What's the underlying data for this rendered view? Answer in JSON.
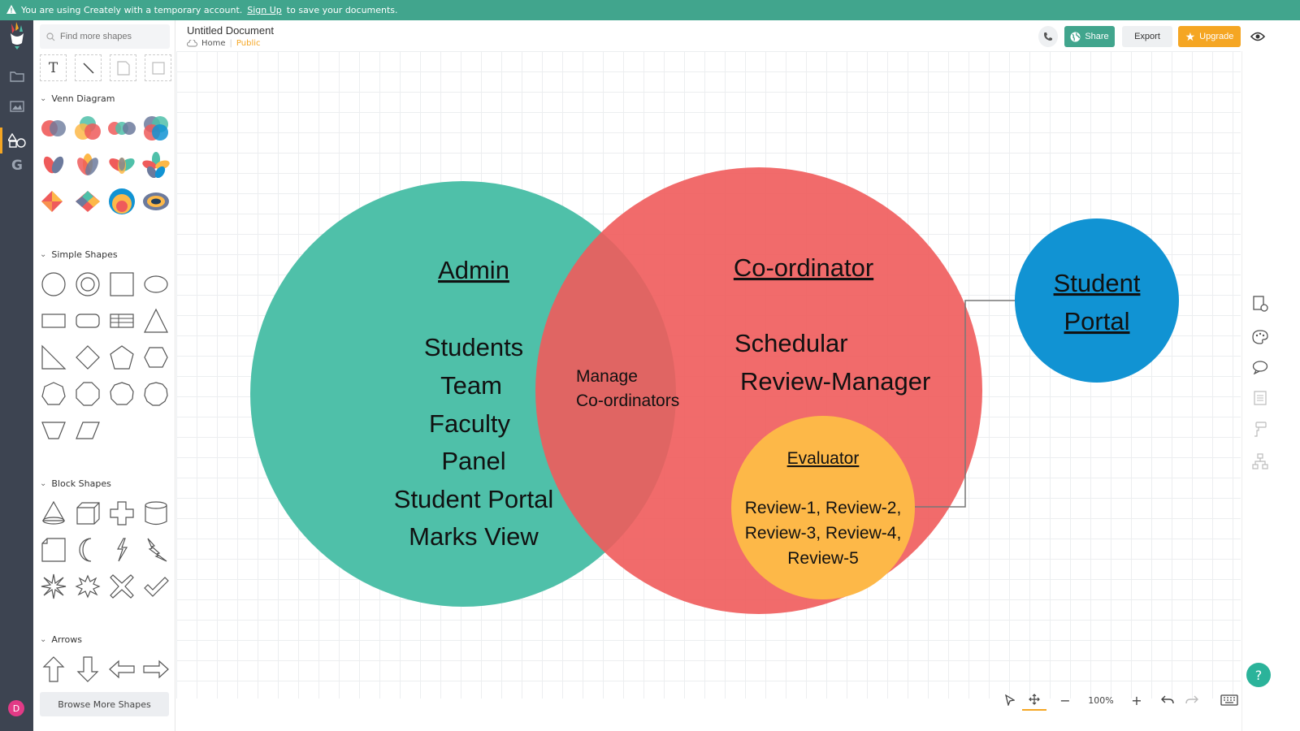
{
  "banner": {
    "text": "You are using Creately with a temporary account.",
    "link": "Sign Up",
    "text_after": "to save your documents."
  },
  "document": {
    "title": "Untitled Document",
    "crumb_home": "Home",
    "crumb_public": "Public"
  },
  "toolbar": {
    "share": "Share",
    "export": "Export",
    "upgrade": "Upgrade"
  },
  "search": {
    "placeholder": "Find more shapes"
  },
  "sections": {
    "venn": "Venn Diagram",
    "simple": "Simple Shapes",
    "block": "Block Shapes",
    "arrows": "Arrows"
  },
  "browse_more": "Browse More Shapes",
  "avatar_letter": "D",
  "zoom": "100%",
  "help": "?",
  "diagram": {
    "admin": {
      "title": "Admin",
      "items": [
        "Students",
        "Team",
        "Faculty",
        "Panel",
        "Student Portal",
        "Marks View"
      ]
    },
    "overlap": {
      "line1": "Manage",
      "line2": "Co-ordinators"
    },
    "coordinator": {
      "title": "Co-ordinator",
      "line1": "Schedular",
      "line2": "Review-Manager"
    },
    "evaluator": {
      "title": "Evaluator",
      "line1": "Review-1, Review-2,",
      "line2": "Review-3, Review-4,",
      "line3": "Review-5"
    },
    "student_portal": {
      "line1": "Student",
      "line2": "Portal"
    }
  },
  "colors": {
    "admin": "#4fc0a9",
    "coordinator": "#ef5b5b",
    "evaluator": "#fdb848",
    "student_portal": "#1193d3",
    "accent": "#f5a623",
    "banner": "#41a58d"
  }
}
